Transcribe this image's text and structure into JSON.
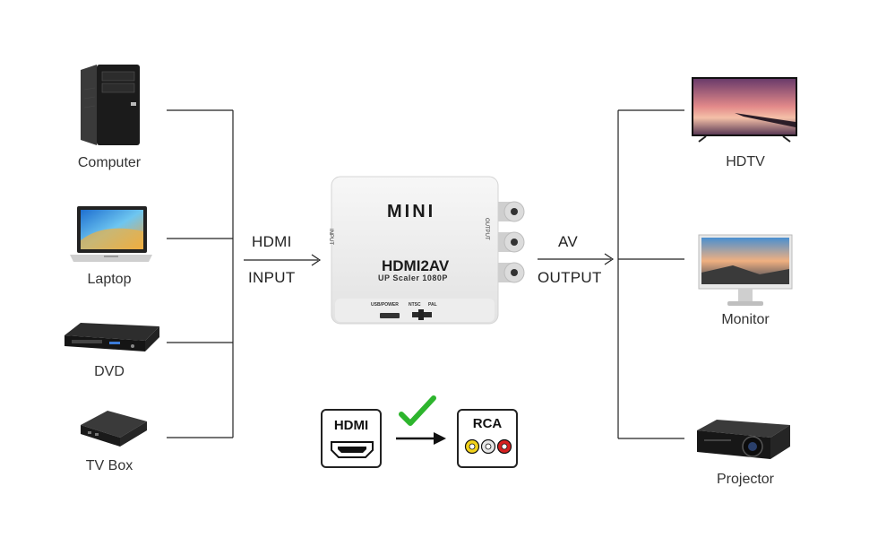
{
  "inputs": [
    {
      "label": "Computer",
      "icon": "computer-tower-icon"
    },
    {
      "label": "Laptop",
      "icon": "laptop-icon"
    },
    {
      "label": "DVD",
      "icon": "dvd-player-icon"
    },
    {
      "label": "TV Box",
      "icon": "tv-box-icon"
    }
  ],
  "outputs": [
    {
      "label": "HDTV",
      "icon": "hdtv-icon"
    },
    {
      "label": "Monitor",
      "icon": "monitor-icon"
    },
    {
      "label": "Projector",
      "icon": "projector-icon"
    }
  ],
  "input_label": {
    "line1": "HDMI",
    "line2": "INPUT"
  },
  "output_label": {
    "line1": "AV",
    "line2": "OUTPUT"
  },
  "device": {
    "brand": "MINI",
    "model": "HDMI2AV",
    "subtitle": "UP Scaler 1080P",
    "side_input": "INPUT",
    "side_output": "OUTPUT",
    "port_usb": "USB/POWER",
    "port_ntsc": "NTSC",
    "port_pal": "PAL"
  },
  "conversion": {
    "from": "HDMI",
    "to": "RCA"
  },
  "colors": {
    "line": "#222222",
    "check": "#2db52d",
    "rca_yellow": "#f2d21b",
    "rca_white": "#e6e6e6",
    "rca_red": "#d62020"
  }
}
